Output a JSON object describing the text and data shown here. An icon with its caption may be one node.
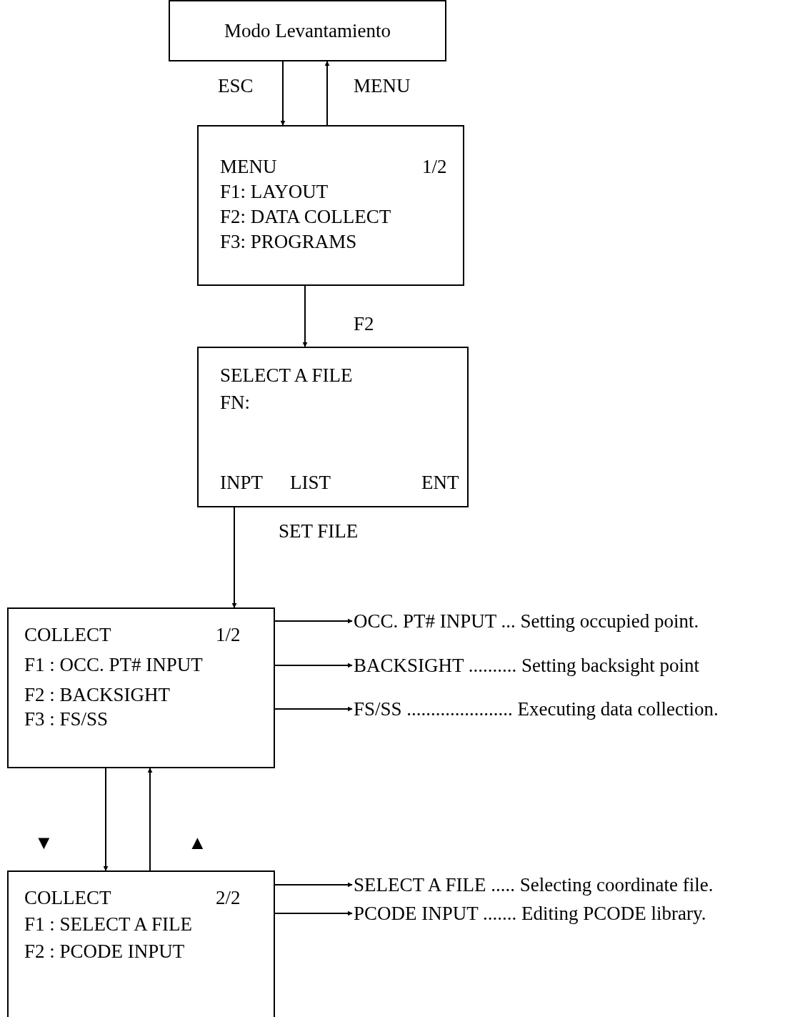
{
  "diagram": {
    "nodes": [
      {
        "text": [
          "Modo Levantamiento"
        ]
      },
      {
        "text": [
          "MENU",
          "1/2",
          "F1: LAYOUT",
          "F2: DATA COLLECT",
          "F3: PROGRAMS"
        ]
      },
      {
        "text": [
          "SELECT A FILE",
          "FN:",
          "INPT",
          "LIST",
          "ENT"
        ]
      },
      {
        "text": [
          "COLLECT",
          "1/2",
          "F1 : OCC. PT# INPUT",
          "F2 : BACKSIGHT",
          "F3 : FS/SS"
        ]
      },
      {
        "text": [
          "OCC. PT# INPUT ... Setting occupied point."
        ]
      },
      {
        "text": [
          "BACKSIGHT .......... Setting backsight point"
        ]
      },
      {
        "text": [
          "FS/SS ...................... Executing data collection."
        ]
      },
      {
        "text": [
          "COLLECT",
          "2/2",
          "F1 : SELECT A FILE",
          "F2 : PCODE INPUT"
        ]
      },
      {
        "text": [
          "SELECT A FILE ..... Selecting coordinate file."
        ]
      },
      {
        "text": [
          "PCODE INPUT ....... Editing PCODE library."
        ]
      }
    ],
    "edges": [
      {
        "from": 0,
        "to": 1,
        "arrow": "to",
        "label": "ESC"
      },
      {
        "from": 1,
        "to": 0,
        "arrow": "to",
        "label": "MENU"
      },
      {
        "from": 1,
        "to": 2,
        "arrow": "to",
        "label": "F2"
      },
      {
        "from": 2,
        "to": 3,
        "arrow": "to",
        "label": "SET FILE"
      },
      {
        "from": 3,
        "to": 4,
        "arrow": "to"
      },
      {
        "from": 3,
        "to": 5,
        "arrow": "to"
      },
      {
        "from": 3,
        "to": 6,
        "arrow": "to"
      },
      {
        "from": 3,
        "to": 7,
        "arrow": "to"
      },
      {
        "from": 7,
        "to": 3,
        "arrow": "to"
      },
      {
        "from": 7,
        "to": 8,
        "arrow": "to"
      },
      {
        "from": 7,
        "to": 9,
        "arrow": "to"
      }
    ],
    "labels": [
      "▼",
      "▲"
    ]
  }
}
